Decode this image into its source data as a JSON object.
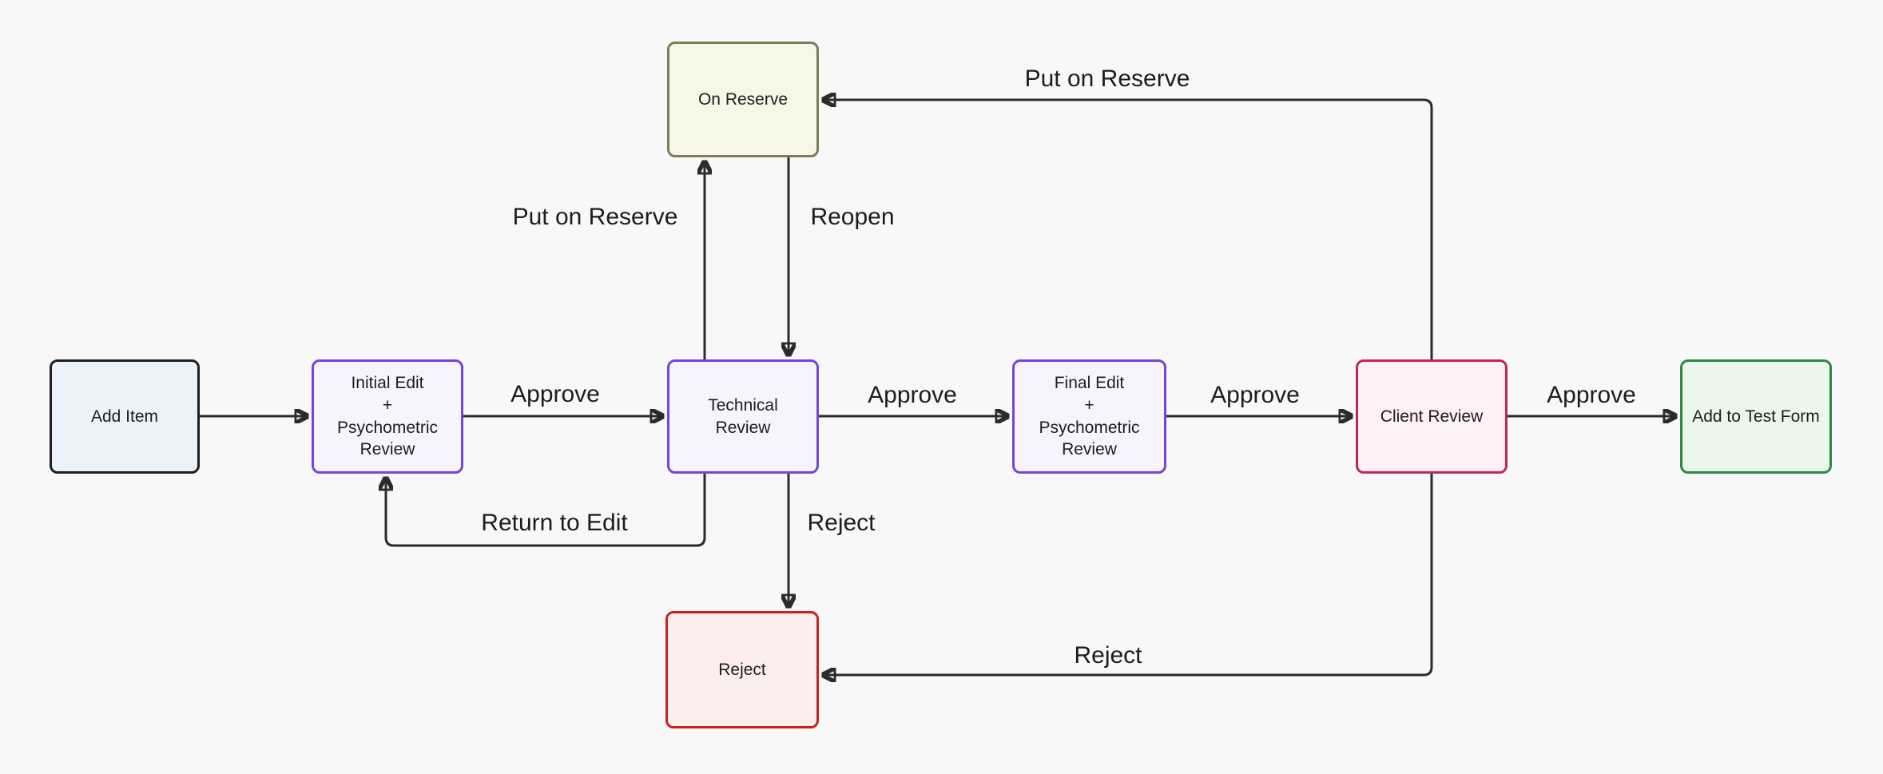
{
  "diagram": {
    "type": "flowchart",
    "background_color": "#f8f8f8",
    "arrow_color": "#2b2b2b",
    "palette": {
      "start_node_border": "#1e1e1e",
      "start_node_fill": "#ecf2fa",
      "review_node_border": "#7644d8",
      "review_node_fill": "#f7f4fd",
      "client_node_border": "#c2255c",
      "client_node_fill": "#fdf0f6",
      "success_node_border": "#2b8a3e",
      "success_node_fill": "#ecf7ec",
      "reserve_node_border": "#7d7d56",
      "reserve_node_fill": "#f7f7e8",
      "reject_node_border": "#c92222",
      "reject_node_fill": "#fdeeee"
    }
  },
  "nodes": [
    {
      "id": "add-item",
      "label": "Add Item"
    },
    {
      "id": "initial-edit",
      "label": "Initial Edit\n+\nPsychometric\nReview"
    },
    {
      "id": "technical-review",
      "label": "Technical\nReview"
    },
    {
      "id": "final-edit",
      "label": "Final Edit\n+\nPsychometric\nReview"
    },
    {
      "id": "client-review",
      "label": "Client Review"
    },
    {
      "id": "add-to-test-form",
      "label": "Add to Test Form"
    },
    {
      "id": "on-reserve",
      "label": "On Reserve"
    },
    {
      "id": "reject",
      "label": "Reject"
    }
  ],
  "edges": [
    {
      "from": "Add Item",
      "to": "Initial Edit + Psychometric Review",
      "label": ""
    },
    {
      "from": "Initial Edit + Psychometric Review",
      "to": "Technical Review",
      "label": "Approve"
    },
    {
      "from": "Technical Review",
      "to": "Final Edit + Psychometric Review",
      "label": "Approve"
    },
    {
      "from": "Final Edit + Psychometric Review",
      "to": "Client Review",
      "label": "Approve"
    },
    {
      "from": "Client Review",
      "to": "Add to Test Form",
      "label": "Approve"
    },
    {
      "from": "Technical Review",
      "to": "On Reserve",
      "label": "Put on Reserve"
    },
    {
      "from": "On Reserve",
      "to": "Technical Review",
      "label": "Reopen"
    },
    {
      "from": "Client Review",
      "to": "On Reserve",
      "label": "Put on Reserve"
    },
    {
      "from": "Technical Review",
      "to": "Initial Edit + Psychometric Review",
      "label": "Return to Edit"
    },
    {
      "from": "Technical Review",
      "to": "Reject",
      "label": "Reject"
    },
    {
      "from": "Client Review",
      "to": "Reject",
      "label": "Reject"
    }
  ]
}
